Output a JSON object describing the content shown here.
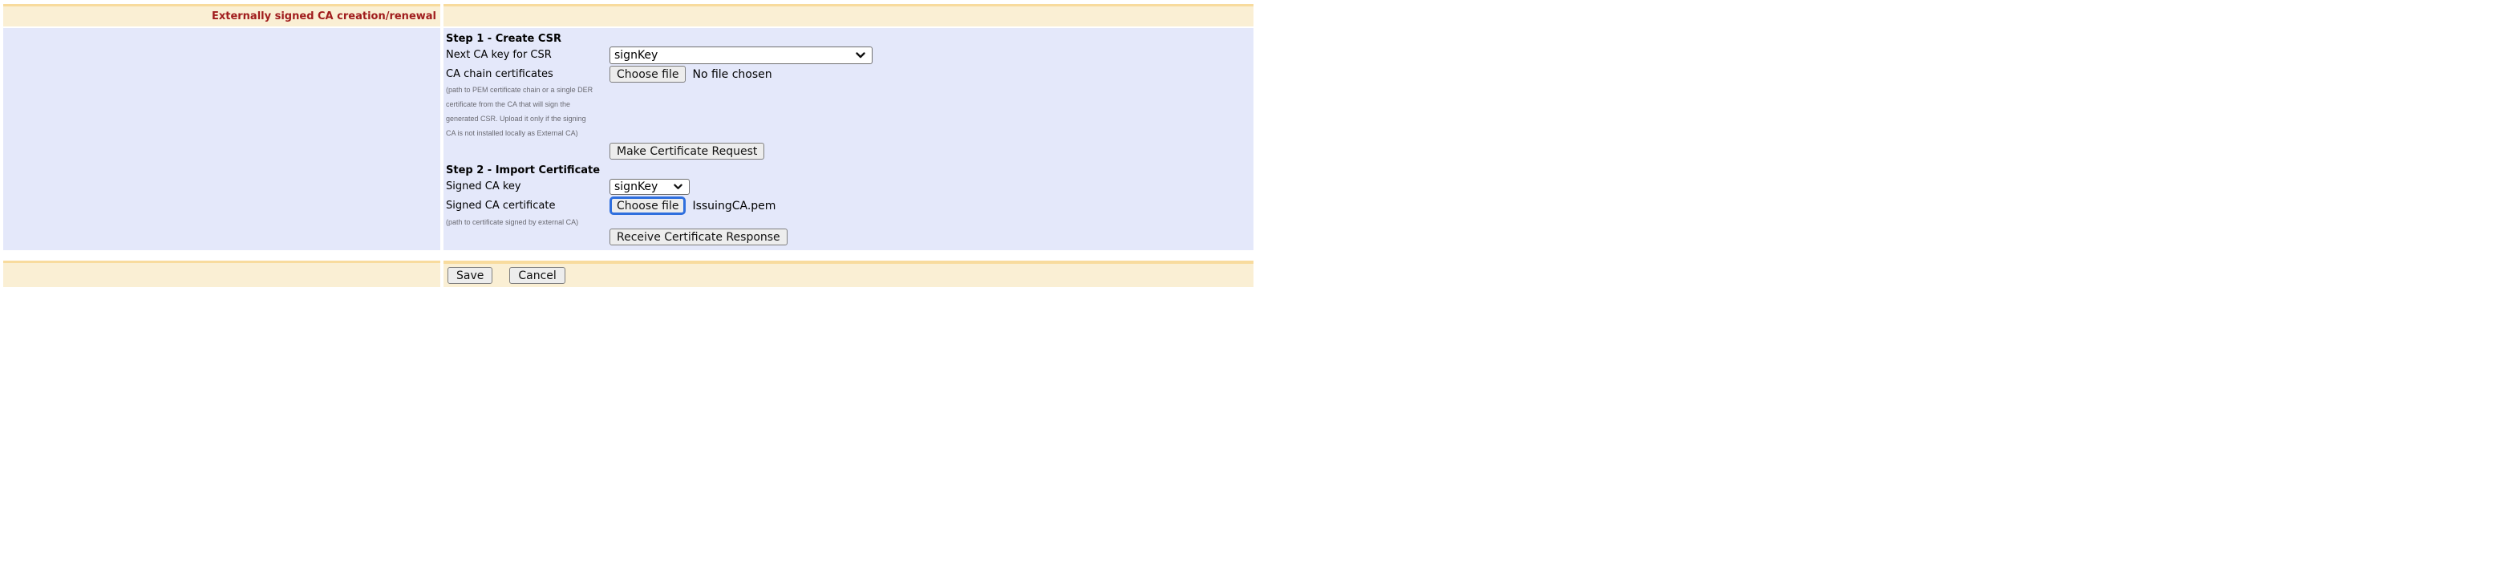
{
  "header": {
    "title": "Externally signed CA creation/renewal"
  },
  "form": {
    "step1": {
      "heading": "Step 1 - Create CSR",
      "next_ca_key_label": "Next CA key for CSR",
      "next_ca_key_value": "signKey",
      "ca_chain_label": "CA chain certificates",
      "ca_chain_button": "Choose file",
      "ca_chain_status": "No file chosen",
      "help_lines": [
        "(path to PEM certificate chain or a single DER",
        "certificate from the CA that will sign the",
        "generated CSR. Upload it only if the signing",
        "CA is not installed locally as External CA)"
      ],
      "make_request_button": "Make Certificate Request"
    },
    "step2": {
      "heading": "Step 2 - Import Certificate",
      "signed_key_label": "Signed CA key",
      "signed_key_value": "signKey",
      "signed_cert_label": "Signed CA certificate",
      "signed_cert_button": "Choose file",
      "signed_cert_filename": "IssuingCA.pem",
      "help": "(path to certificate signed by external CA)",
      "receive_button": "Receive Certificate Response"
    }
  },
  "footer": {
    "save_label": "Save",
    "cancel_label": "Cancel"
  },
  "colors": {
    "header_bg": "#FAEFD4",
    "header_top_border": "#F8DB9D",
    "panel_bg": "#E4E8FA",
    "title_color": "#A01D1D",
    "help_text": "#6A6A72",
    "focus_ring": "#2F6FDE"
  }
}
